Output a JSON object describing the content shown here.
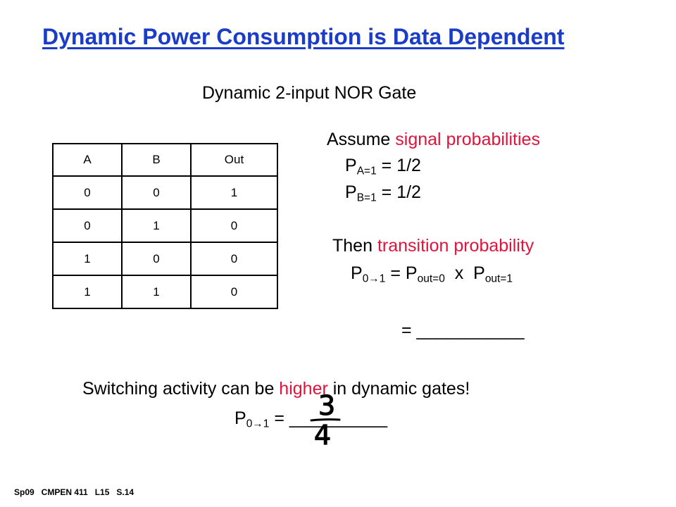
{
  "slide": {
    "title": "Dynamic Power Consumption is Data Dependent",
    "subtitle": "Dynamic 2-input NOR Gate",
    "footer": "Sp09   CMPEN 411   L15   S.14"
  },
  "truth_table": {
    "headers": [
      "A",
      "B",
      "Out"
    ],
    "rows": [
      [
        "0",
        "0",
        "1"
      ],
      [
        "0",
        "1",
        "0"
      ],
      [
        "1",
        "0",
        "0"
      ],
      [
        "1",
        "1",
        "0"
      ]
    ]
  },
  "assumptions": {
    "lead": "Assume ",
    "emph": "signal probabilities",
    "pa_p": "P",
    "pa_sub": "A=1",
    "pa_val": " = 1/2",
    "pb_p": "P",
    "pb_sub": "B=1",
    "pb_val": " = 1/2"
  },
  "transition": {
    "lead": "Then ",
    "emph": "transition probability",
    "p": "P",
    "sub": "0→1",
    "eq": " = P",
    "sub_out0": "out=0",
    "x": "  x  P",
    "sub_out1": "out=1",
    "blank": "= ___________"
  },
  "switching": {
    "pre": "Switching activity can be ",
    "emph": "higher",
    "post": " in dynamic gates!",
    "p": "P",
    "sub": "0→1",
    "eq": " = __________"
  },
  "handwritten": {
    "numerator": "3",
    "denominator": "4"
  },
  "colors": {
    "title": "#1a3cc8",
    "emphasis": "#e0143c"
  }
}
